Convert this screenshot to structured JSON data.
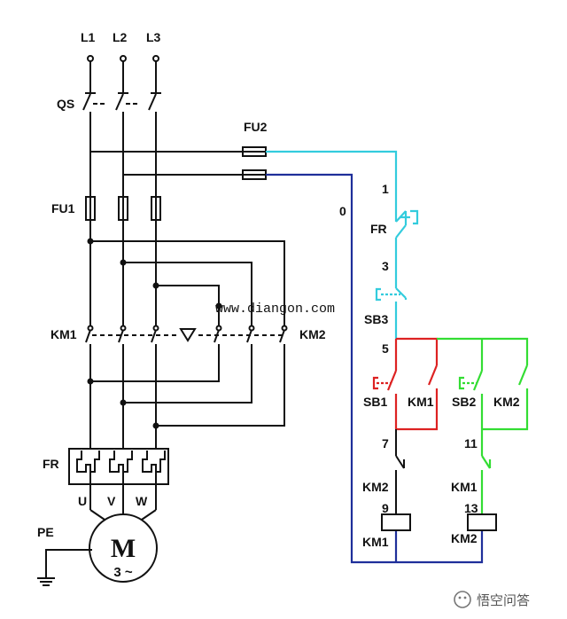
{
  "colors": {
    "main": "#111111",
    "cyan": "#33ccdd",
    "blue": "#1f2f9a",
    "red": "#dd2222",
    "green": "#33dd33"
  },
  "labels": {
    "L1": "L1",
    "L2": "L2",
    "L3": "L3",
    "QS": "QS",
    "FU1": "FU1",
    "FU2": "FU2",
    "KM1_main": "KM1",
    "KM2_main": "KM2",
    "FR_main": "FR",
    "U": "U",
    "V": "V",
    "W": "W",
    "PE": "PE",
    "motor_M": "M",
    "motor_sub": "3 ~",
    "node_0": "0",
    "node_1": "1",
    "node_3": "3",
    "node_5": "5",
    "node_7": "7",
    "node_9": "9",
    "node_11": "11",
    "node_13": "13",
    "FR_ctrl": "FR",
    "SB3": "SB3",
    "SB1": "SB1",
    "KM1_hold": "KM1",
    "SB2": "SB2",
    "KM2_hold": "KM2",
    "KM2_interlock": "KM2",
    "KM1_interlock": "KM1",
    "KM1_coil": "KM1",
    "KM2_coil": "KM2"
  },
  "watermark": "www.diangon.com",
  "logo_text": "悟空问答"
}
